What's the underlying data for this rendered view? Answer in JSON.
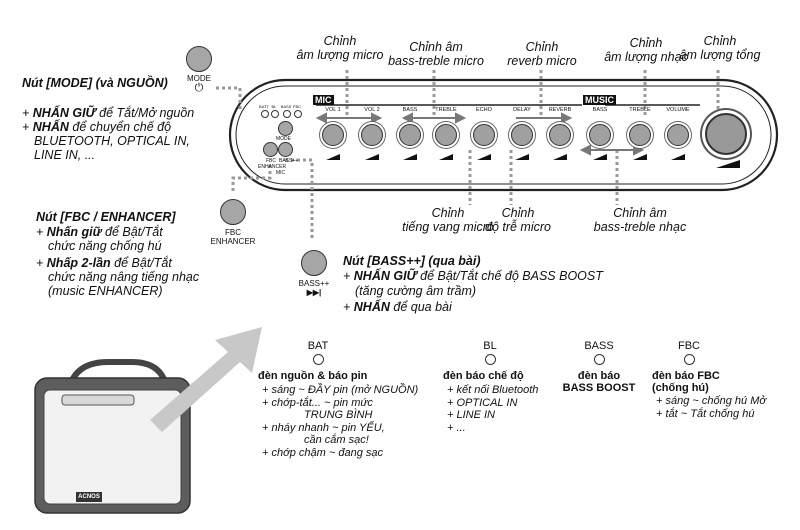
{
  "callouts_top": {
    "mic_volume": [
      "Chỉnh",
      "âm lượng micro"
    ],
    "mic_bass_treble": [
      "Chỉnh âm",
      "bass-treble micro"
    ],
    "mic_reverb": [
      "Chỉnh",
      "reverb micro"
    ],
    "music_volume": [
      "Chỉnh",
      "âm lượng nhạc"
    ],
    "master_volume": [
      "Chỉnh",
      "âm lượng tổng"
    ]
  },
  "callouts_bottom": {
    "echo": [
      "Chỉnh",
      "tiếng vang micro"
    ],
    "delay": [
      "Chỉnh",
      "độ trễ micro"
    ],
    "music_bass_treble": [
      "Chỉnh âm",
      "bass-treble nhạc"
    ]
  },
  "panel": {
    "mic_tag": "MIC",
    "music_tag": "MUSIC",
    "knob_labels": [
      "VOL 1",
      "VOL 2",
      "BASS",
      "TREBLE",
      "ECHO",
      "DELAY",
      "REVERB",
      "BASS",
      "TREBLE",
      "VOLUME"
    ],
    "indicator_labels": [
      "BATT",
      "BL",
      "BASS",
      "FBC"
    ],
    "mode_label": "MODE",
    "fbc_label": "FBC ENHANCER",
    "basspp_label": "BASS++",
    "bracket_label": "MIC"
  },
  "mode_button": {
    "icon_label": "MODE",
    "heading": "Nút [MODE] (và NGUỒN)",
    "lines": [
      {
        "prefix": "+ ",
        "bold": "NHẤN GIỮ",
        "rest": " để Tắt/Mở nguồn"
      },
      {
        "prefix": "+ ",
        "bold": "NHẤN",
        "rest": " để chuyển chế độ"
      }
    ],
    "extra_lines": [
      "BLUETOOTH, OPTICAL IN,",
      "LINE IN, ..."
    ]
  },
  "fbc_button": {
    "icon_label_1": "FBC",
    "icon_label_2": "ENHANCER",
    "heading": "Nút [FBC / ENHANCER]",
    "lines": [
      {
        "prefix": "+ ",
        "bold": "Nhấn giữ",
        "rest": " để Bật/Tắt"
      },
      {
        "prefix": "",
        "bold": "",
        "rest": "chức năng chống hú"
      },
      {
        "prefix": "+ ",
        "bold": "Nhấp 2-lần",
        "rest": " để Bật/Tắt"
      },
      {
        "prefix": "",
        "bold": "",
        "rest": "chức năng nâng tiếng nhạc"
      },
      {
        "prefix": "",
        "bold": "",
        "rest": "(music ENHANCER)"
      }
    ]
  },
  "basspp_button": {
    "icon_label": "BASS++",
    "icon_symbol": "▶▶|",
    "heading": "Nút [BASS++] (qua bài)",
    "lines": [
      {
        "prefix": "+ ",
        "bold": "NHẤN GIỮ",
        "rest": " để Bật/Tắt chế độ BASS BOOST"
      },
      {
        "prefix": "",
        "bold": "",
        "rest": "(tăng cường âm trầm)"
      },
      {
        "prefix": "+ ",
        "bold": "NHẤN",
        "rest": " để qua bài"
      }
    ]
  },
  "indicators": [
    {
      "code": "BAT",
      "title": "đèn nguồn & báo pin",
      "lines": [
        "+ sáng ~ ĐẦY pin (mở NGUỒN)",
        "+ chớp-tắt... ~ pin mức",
        "TRUNG BÌNH",
        "+ nháy nhanh ~ pin YẾU,",
        "cần cắm sạc!",
        "+ chớp chậm ~ đang sạc"
      ]
    },
    {
      "code": "BL",
      "title": "đèn báo chế độ",
      "lines": [
        "+ kết nối Bluetooth",
        "+ OPTICAL IN",
        "+ LINE IN",
        "+ ..."
      ]
    },
    {
      "code": "BASS",
      "title": "đèn báo",
      "title2": "BASS BOOST",
      "lines": []
    },
    {
      "code": "FBC",
      "title": "đèn báo FBC",
      "title2": "(chống hú)",
      "lines": [
        "+ sáng ~ chống hú Mở",
        "+ tắt ~ Tắt chống hú"
      ]
    }
  ],
  "speaker": {
    "badge": "ACNOS"
  }
}
